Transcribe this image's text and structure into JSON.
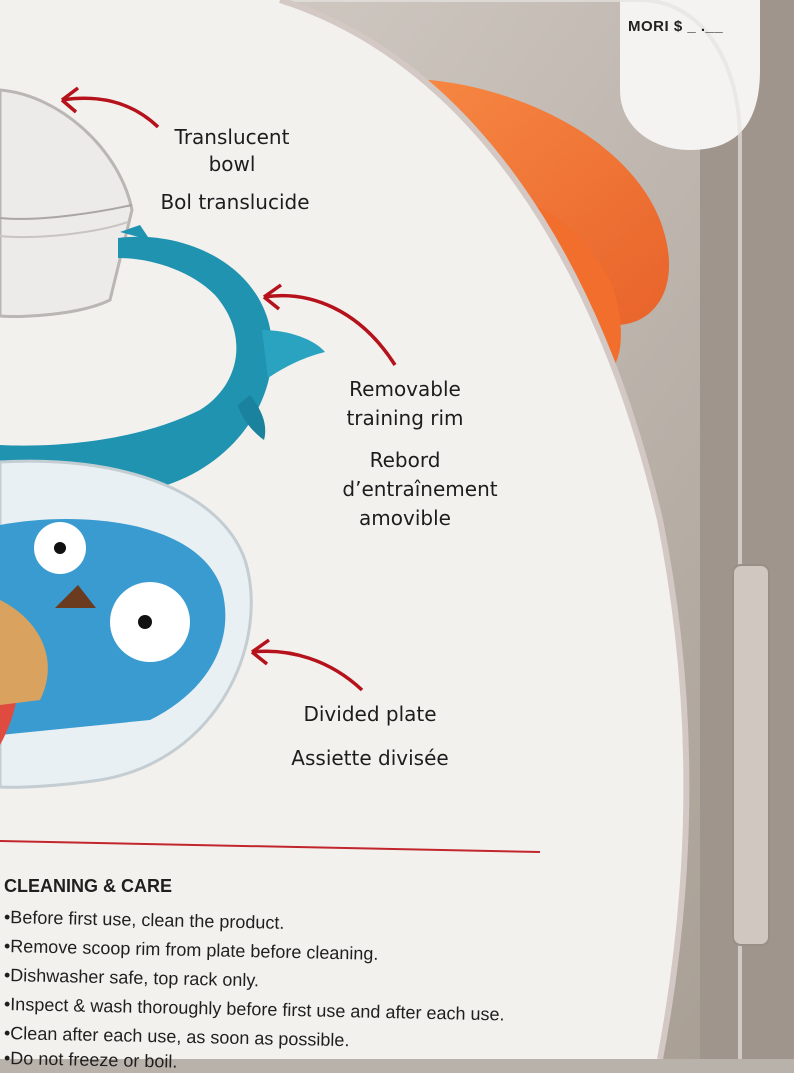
{
  "price_sticker": {
    "text": "MORI $ _ .__"
  },
  "labels": {
    "bowl_en": "Translucent",
    "bowl_en_2": "bowl",
    "bowl_fr": "Bol translucide",
    "rim_en": "Removable",
    "rim_en_2": "training rim",
    "rim_fr": "Rebord",
    "rim_fr_2": "d’entraînement",
    "rim_fr_3": "amovible",
    "plate_en": "Divided plate",
    "plate_fr": "Assiette divisée"
  },
  "care": {
    "heading": "CLEANING & CARE",
    "items": [
      "•Before first use, clean the product.",
      "•Remove scoop rim from plate before cleaning.",
      "•Dishwasher safe, top rack only.",
      "•Inspect & wash thoroughly before first use and after each use.",
      "•Clean after each use, as soon as possible.",
      "•Do not freeze or boil."
    ]
  },
  "colors": {
    "card": "#f3f1ee",
    "arrow": "#b5121b",
    "rim_teal": "#1f93b0",
    "owl_blue": "#3a9bd0",
    "orange": "#f07a3a",
    "divider": "#c0262c"
  }
}
